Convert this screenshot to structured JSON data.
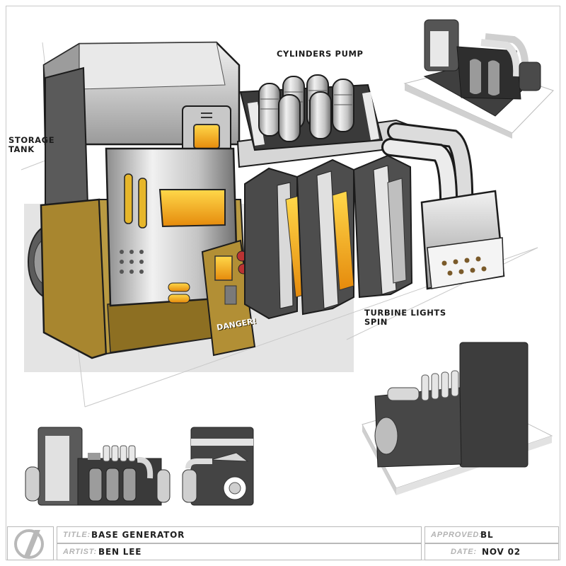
{
  "callouts": {
    "cylinders": "CYLINDERS PUMP",
    "storage": "STORAGE\nTANK",
    "turbine": "TURBINE LIGHTS\nSPIN"
  },
  "sign": {
    "danger": "DANGER!"
  },
  "title_block": {
    "title_label": "TITLE:",
    "title_value": "BASE GENERATOR",
    "artist_label": "ARTIST:",
    "artist_value": "BEN LEE",
    "approved_label": "APPROVED:",
    "approved_value": "BL",
    "date_label": "DATE:",
    "date_value": "NOV 02"
  },
  "colors": {
    "metal_light": "#d9d9d9",
    "metal_mid": "#9e9e9e",
    "metal_dark": "#3a3a3a",
    "amber": "#f4b21a",
    "team_gold": "#a8862f"
  },
  "icons": {
    "logo": "studio-logo-icon"
  }
}
